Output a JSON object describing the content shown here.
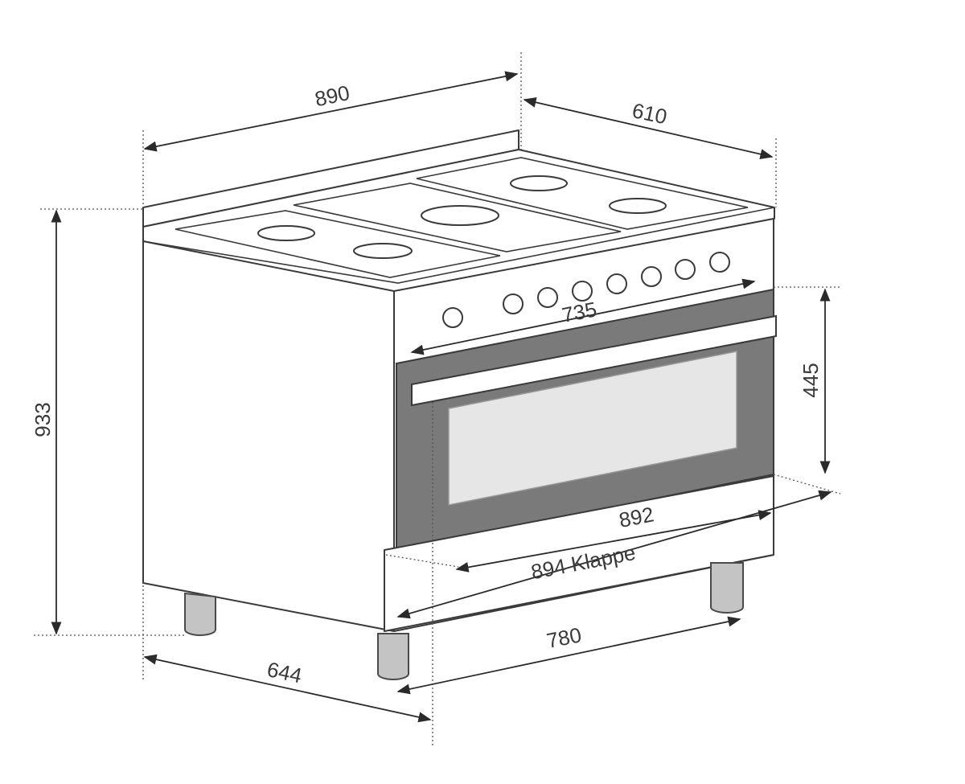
{
  "diagram": {
    "dimensions": {
      "width_top": "890",
      "depth_top": "610",
      "height_total": "933",
      "oven_height": "445",
      "control_width": "735",
      "door_width": "892",
      "flap_width": "894 Klappe",
      "inner_width": "780",
      "depth_bottom": "644"
    },
    "colors": {
      "outline": "#3a3a3a",
      "door": "#7a7a7a",
      "window": "#e6e6e6",
      "feet": "#c4c4c4"
    },
    "icons": [
      "burner-icon",
      "control-knob-icon",
      "oven-handle-icon"
    ]
  }
}
